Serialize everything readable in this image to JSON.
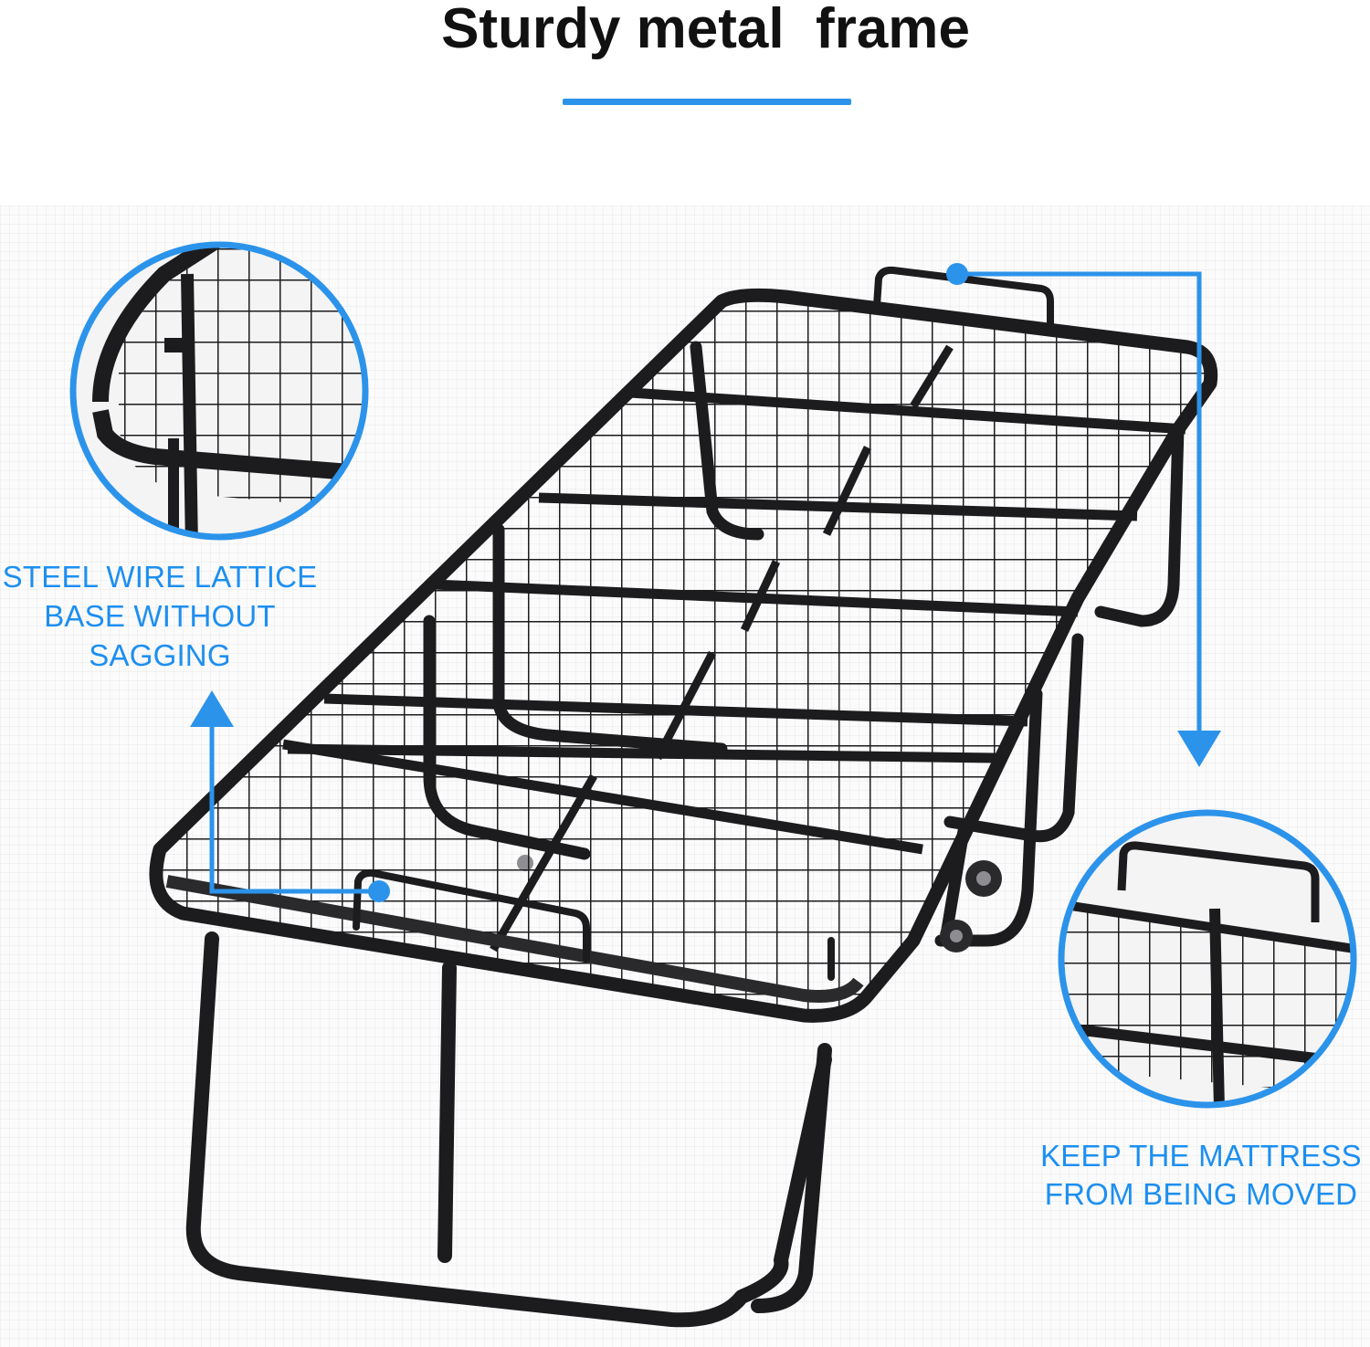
{
  "title": "Sturdy metal  frame",
  "colors": {
    "accent": "#2c93ea",
    "caption": "#1d8ff0",
    "frame": "#1c1c1e"
  },
  "callouts": {
    "left": [
      "STEEL WIRE LATTICE",
      "BASE WITHOUT",
      "SAGGING"
    ],
    "right": [
      "KEEP THE MATTRESS",
      "FROM BEING MOVED"
    ]
  }
}
